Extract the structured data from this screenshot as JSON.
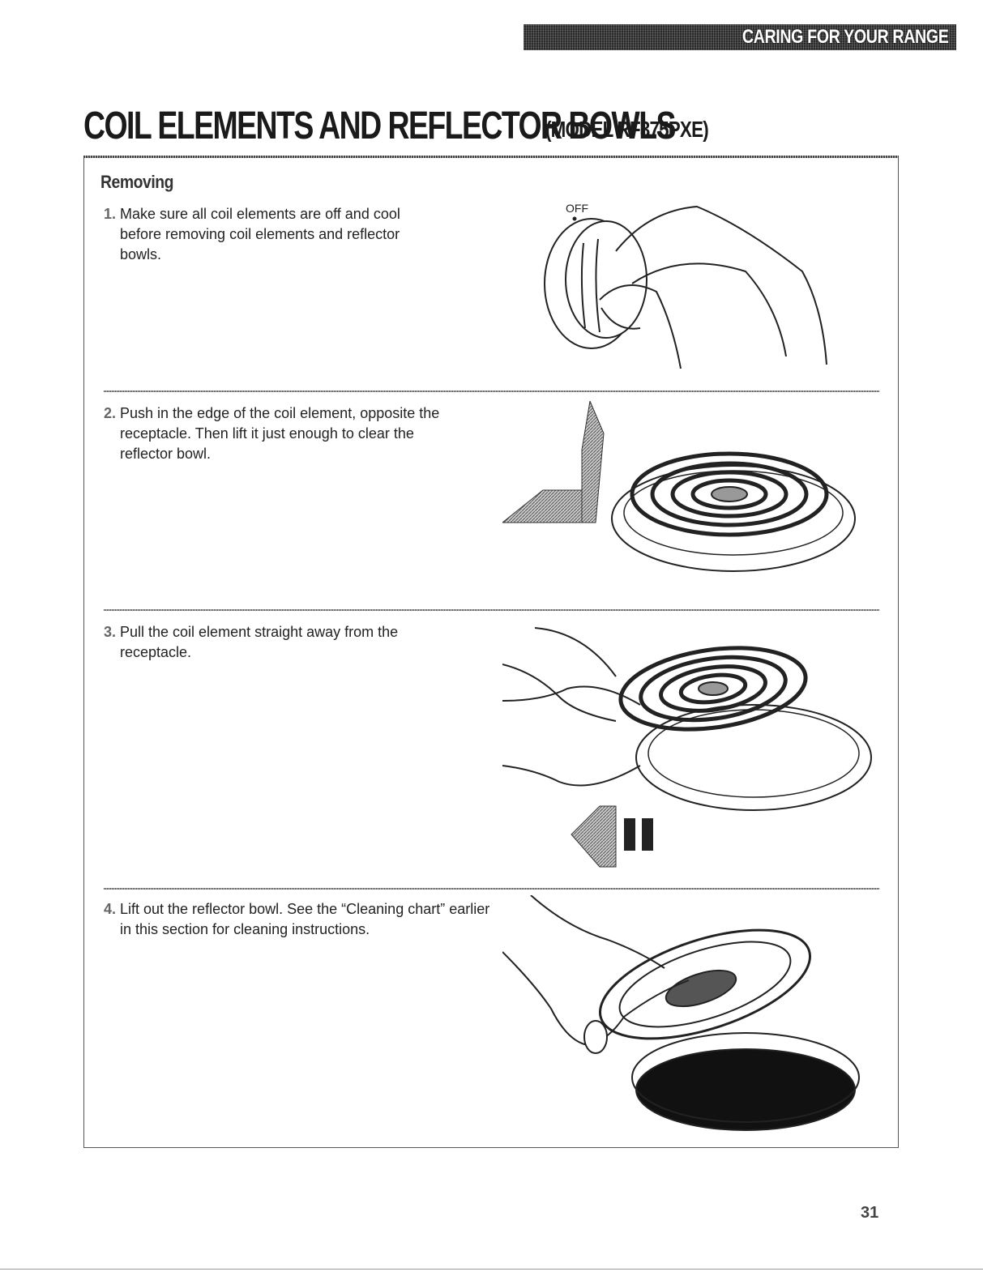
{
  "header": {
    "section_label": "CARING FOR YOUR RANGE"
  },
  "title": {
    "main": "COIL ELEMENTS AND REFLECTOR BOWLS",
    "model": "(MODEL RF375PXE)"
  },
  "subhead": "Removing",
  "steps": [
    {
      "number": "1.",
      "text": "Make sure all coil elements are off and cool before removing coil elements and reflector bowls."
    },
    {
      "number": "2.",
      "text": "Push in the edge of the coil element, opposite the receptacle. Then lift it just enough to clear the reflector bowl."
    },
    {
      "number": "3.",
      "text": "Pull the coil element straight away from the receptacle."
    },
    {
      "number": "4.",
      "text": "Lift out the reflector bowl. See the “Cleaning chart” earlier in this section for cleaning instructions."
    }
  ],
  "illustrations": {
    "knob_label": "OFF"
  },
  "footer": {
    "page_number": "31"
  },
  "colors": {
    "banner": "#2a2a2a",
    "text": "#1a1a1a",
    "rule": "#555555"
  }
}
